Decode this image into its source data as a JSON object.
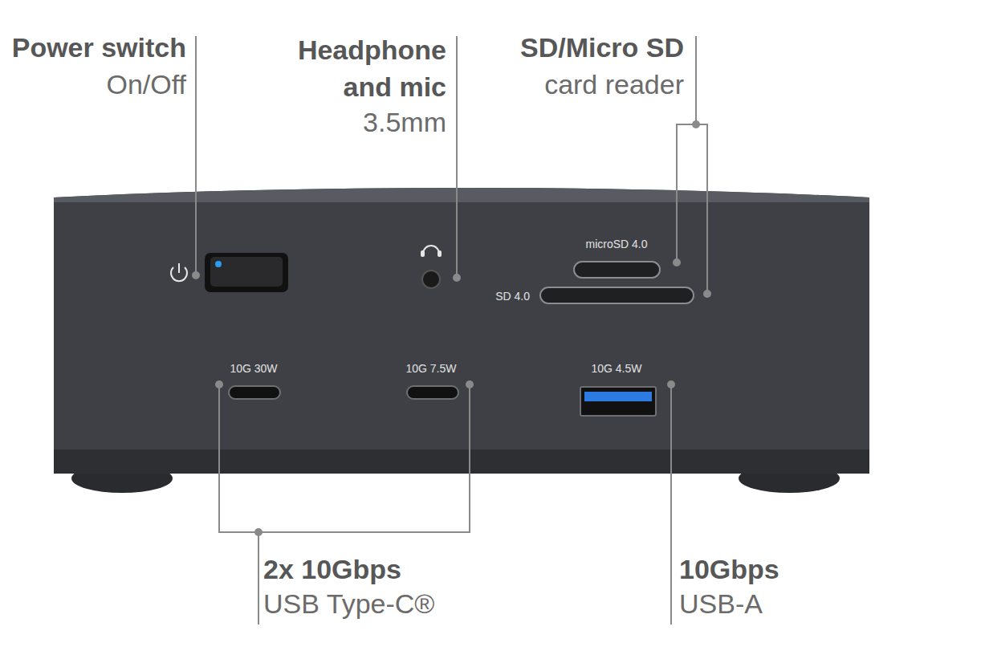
{
  "diagram": {
    "labels": [
      "Power switch",
      "On/Off",
      "Headphone and mic",
      "3.5mm",
      "SD/Micro SD",
      "card reader",
      "microSD 4.0",
      "SD 4.0",
      "10G 30W",
      "10G 7.5W",
      "10G 4.5W",
      "2x 10Gbps",
      "USB Type-C®",
      "10Gbps",
      "USB-A"
    ]
  }
}
